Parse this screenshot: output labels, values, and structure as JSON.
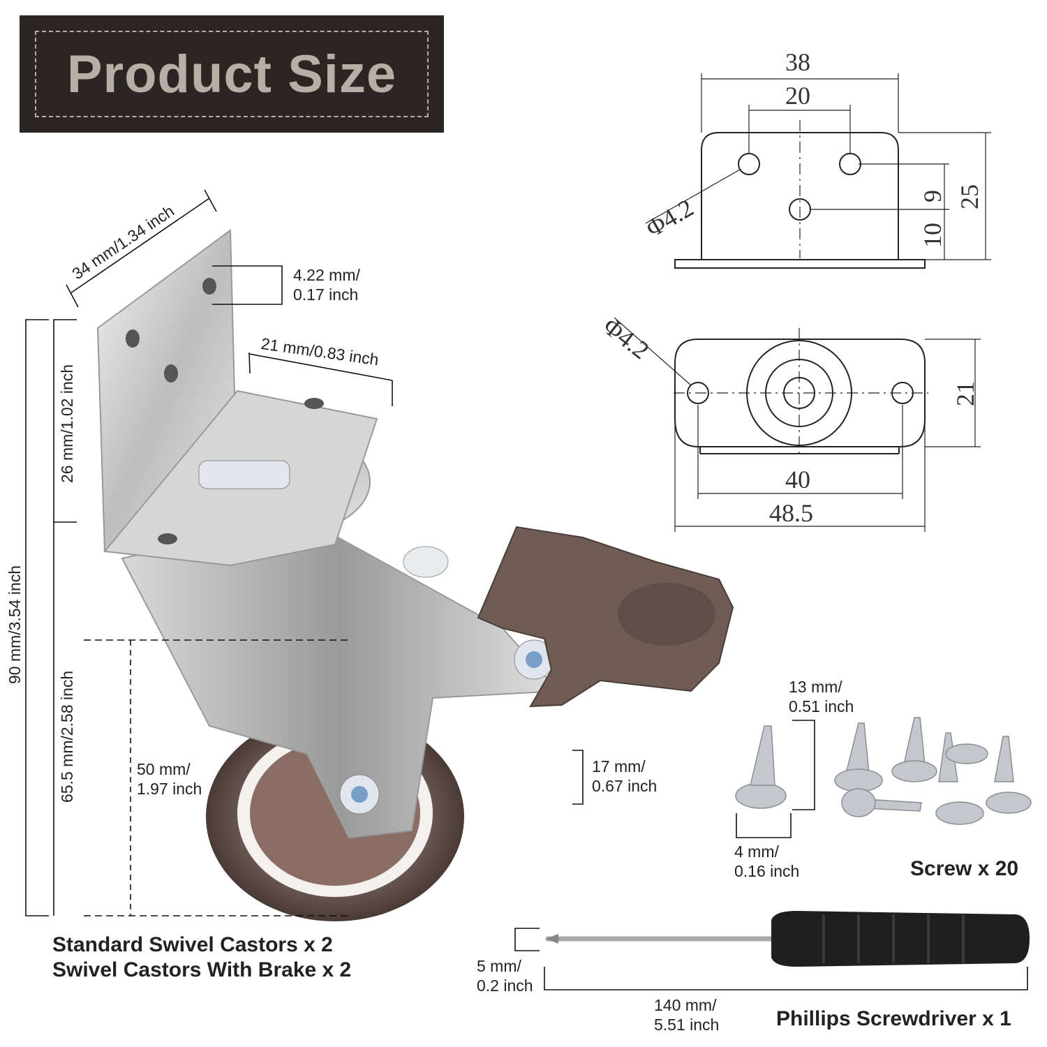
{
  "title": "Product Size",
  "photo_dims": {
    "bracket_width": "34 mm/1.34 inch",
    "hole_dia": [
      "4.22 mm/",
      "0.17 inch"
    ],
    "plate_depth": "21 mm/0.83 inch",
    "bracket_height": "26 mm/1.02 inch",
    "total_height": "90 mm/3.54 inch",
    "wheel_height": "65.5 mm/2.58 inch",
    "wheel_dia": [
      "50 mm/",
      "1.97 inch"
    ],
    "wheel_width": [
      "17 mm/",
      "0.67 inch"
    ]
  },
  "screw_dims": {
    "length": [
      "13 mm/",
      "0.51 inch"
    ],
    "dia": [
      "4 mm/",
      "0.16 inch"
    ]
  },
  "screwdriver_dims": {
    "tip": [
      "5 mm/",
      "0.2 inch"
    ],
    "length": [
      "140 mm/",
      "5.51 inch"
    ]
  },
  "captions": {
    "castors": [
      "Standard Swivel Castors x 2",
      "Swivel Castors With Brake x 2"
    ],
    "screws": "Screw x 20",
    "screwdriver": "Phillips Screwdriver x 1"
  },
  "drawing_top": {
    "width": "38",
    "hole_spacing": "20",
    "hole_dia": "Φ4.2",
    "height": "25",
    "upper_gap": "9",
    "lower_gap": "10"
  },
  "drawing_bottom": {
    "hole_dia": "Φ4.2",
    "depth": "21",
    "hole_spacing": "40",
    "width": "48.5"
  },
  "colors": {
    "title_bg": "#2b2523",
    "title_text": "#b9aea6",
    "brake_pedal": "#6e5c55",
    "wheel": "#5a4640",
    "steel": "#c8c8c8"
  }
}
